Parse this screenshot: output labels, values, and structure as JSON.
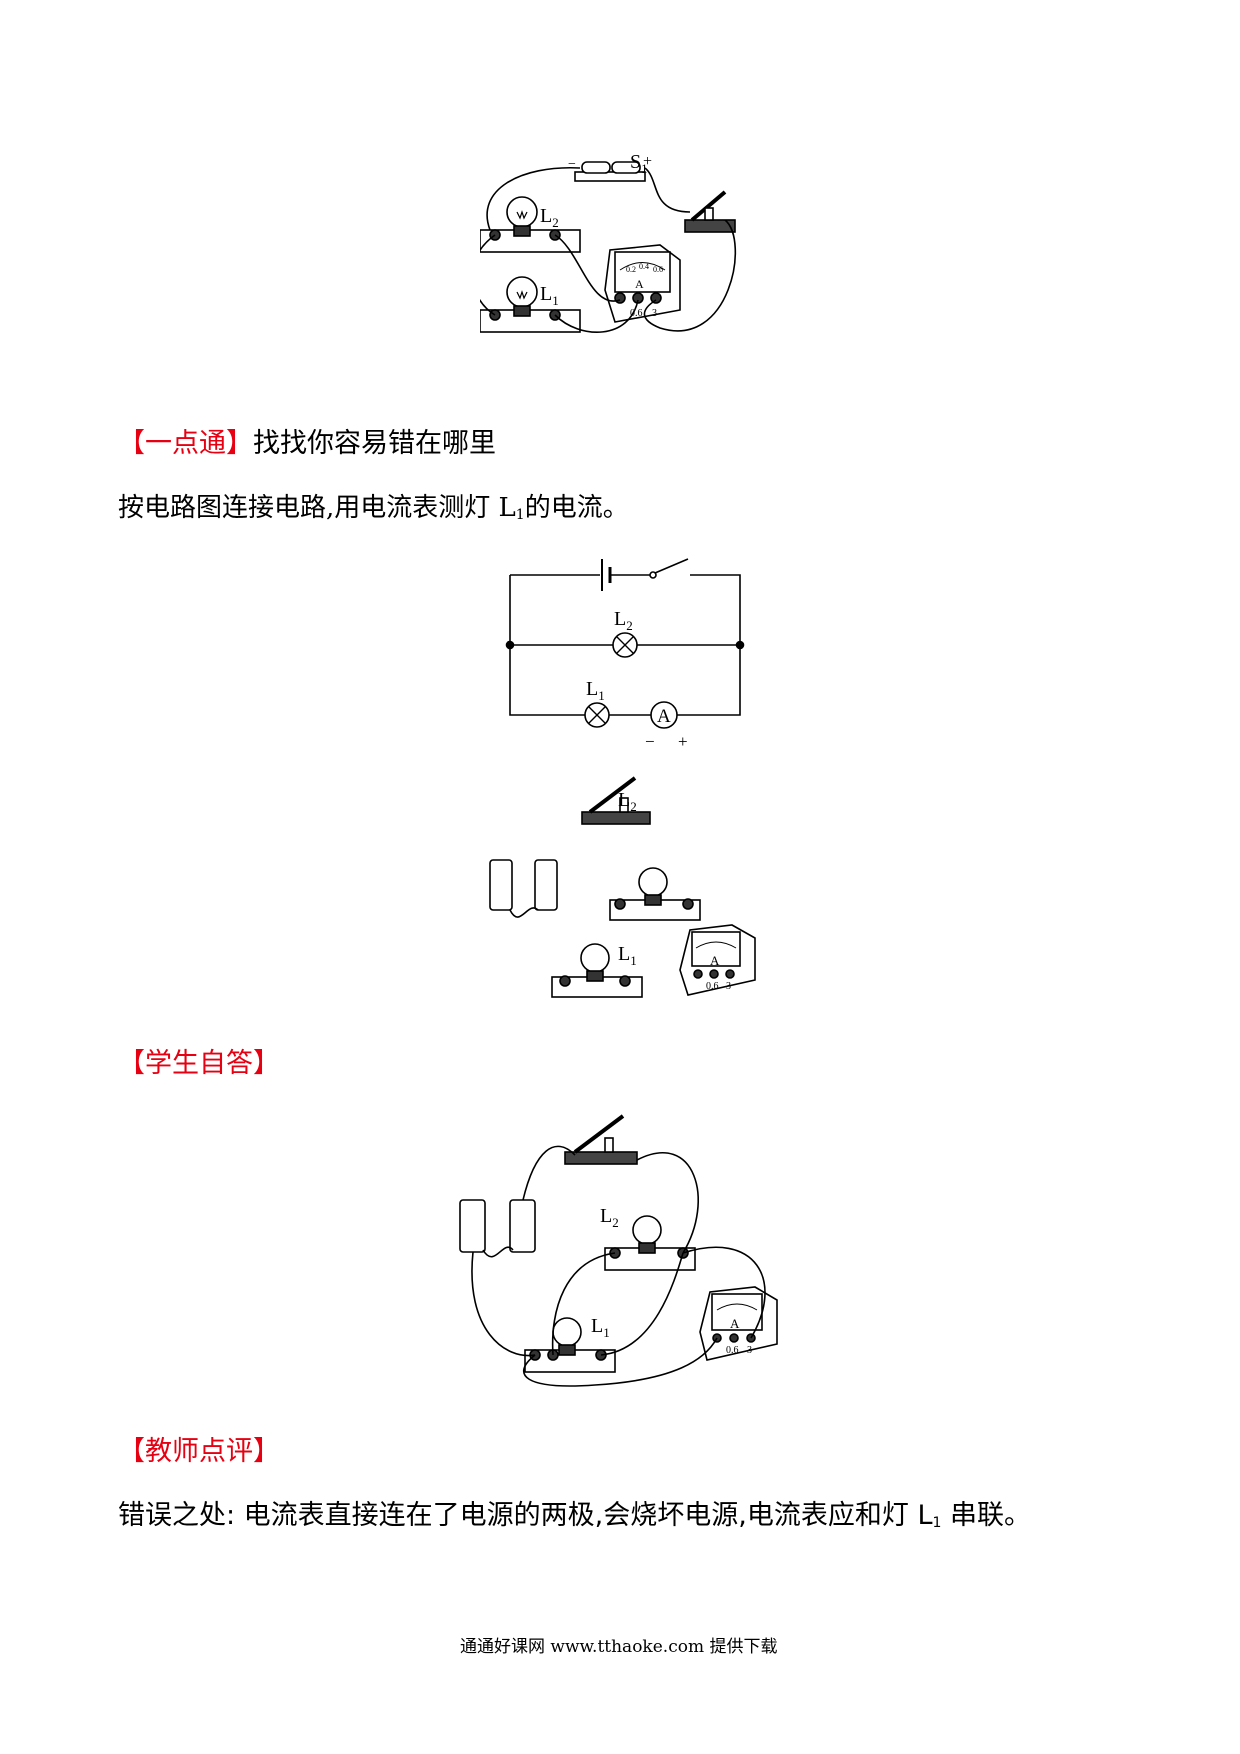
{
  "fig1": {
    "plus": "+",
    "minus": "−",
    "s1_letter": "S",
    "s1_sub": "1",
    "l2_letter": "L",
    "l2_sub": "2",
    "l1_letter": "L",
    "l1_sub": "1",
    "meter_letter": "A",
    "scale": [
      "0.2",
      "0.4",
      "0.6"
    ],
    "terminals": [
      "0.6",
      "3"
    ]
  },
  "section1": {
    "tag": "【一点通】",
    "title": "找找你容易错在哪里"
  },
  "instruction": {
    "before": "按电路图连接电路,用电流表测灯 ",
    "sym": "L",
    "sub": "1",
    "after": "的电流。"
  },
  "schematic": {
    "l2_letter": "L",
    "l2_sub": "2",
    "l1_letter": "L",
    "l1_sub": "1",
    "meter_letter": "A",
    "minus": "−",
    "plus": "+"
  },
  "fig3": {
    "l2_letter": "L",
    "l2_sub": "2",
    "l1_letter": "L",
    "l1_sub": "1",
    "meter_letter": "A",
    "terminals": [
      "0.6",
      "3"
    ]
  },
  "section2": {
    "tag": "【学生自答】"
  },
  "fig4": {
    "l2_letter": "L",
    "l2_sub": "2",
    "l1_letter": "L",
    "l1_sub": "1",
    "meter_letter": "A",
    "terminals": [
      "0.6",
      "3"
    ]
  },
  "section3": {
    "tag": "【教师点评】"
  },
  "comment": {
    "before": "错误之处: 电流表直接连在了电源的两极,会烧坏电源,电流表应和灯 ",
    "sym": "L",
    "sub": "1",
    "after": " 串联。"
  },
  "footer": {
    "text": "通通好课网  www.tthaoke.com  提供下载"
  }
}
